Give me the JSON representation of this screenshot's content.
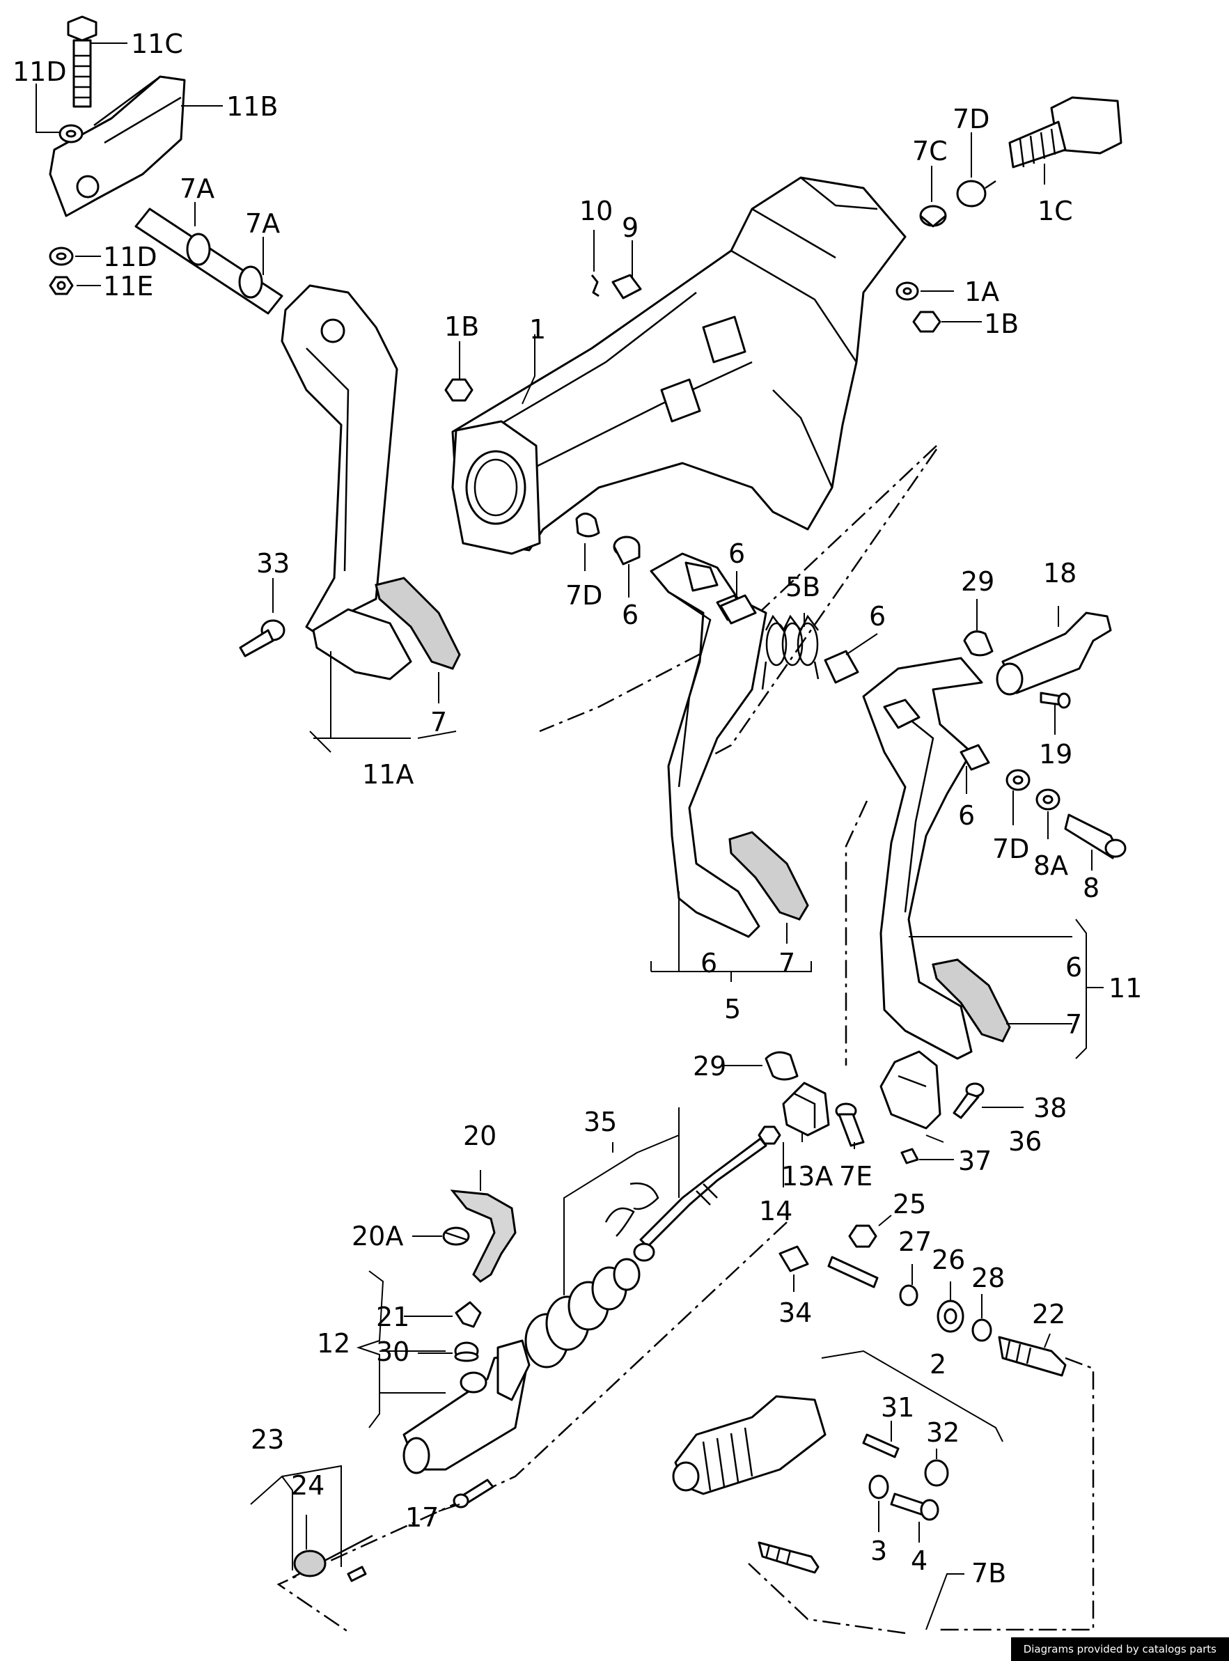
{
  "credit": "Diagrams provided by catalogs parts",
  "labels": {
    "l11C": "11C",
    "l11D_top": "11D",
    "l11B": "11B",
    "l7A_left": "7A",
    "l7A_right": "7A",
    "l11D_mid": "11D",
    "l11E": "11E",
    "l10": "10",
    "l9": "9",
    "l1B_left": "1B",
    "l1": "1",
    "l7D_top": "7D",
    "l7C": "7C",
    "l1C": "1C",
    "l1A": "1A",
    "l1B_right": "1B",
    "l33": "33",
    "l7_left": "7",
    "l11A": "11A",
    "l7D_mid": "7D",
    "l6_a": "6",
    "l6_b": "6",
    "l5B": "5B",
    "l6_c": "6",
    "l29_top": "29",
    "l18": "18",
    "l19": "19",
    "l6_d": "6",
    "l7D_right": "7D",
    "l8A": "8A",
    "l8": "8",
    "l6_e": "6",
    "l7_mid": "7",
    "l5": "5",
    "l6_f": "6",
    "l7_right": "7",
    "l11": "11",
    "l29_low": "29",
    "l38": "38",
    "l36": "36",
    "l37": "37",
    "l35": "35",
    "l20": "20",
    "l20A": "20A",
    "l13A": "13A",
    "l7E": "7E",
    "l14": "14",
    "l25": "25",
    "l27": "27",
    "l26": "26",
    "l28": "28",
    "l34": "34",
    "l22": "22",
    "l21": "21",
    "l12": "12",
    "l30": "30",
    "l2": "2",
    "l31": "31",
    "l32": "32",
    "l23": "23",
    "l24": "24",
    "l17": "17",
    "l3": "3",
    "l4": "4",
    "l7B": "7B"
  }
}
